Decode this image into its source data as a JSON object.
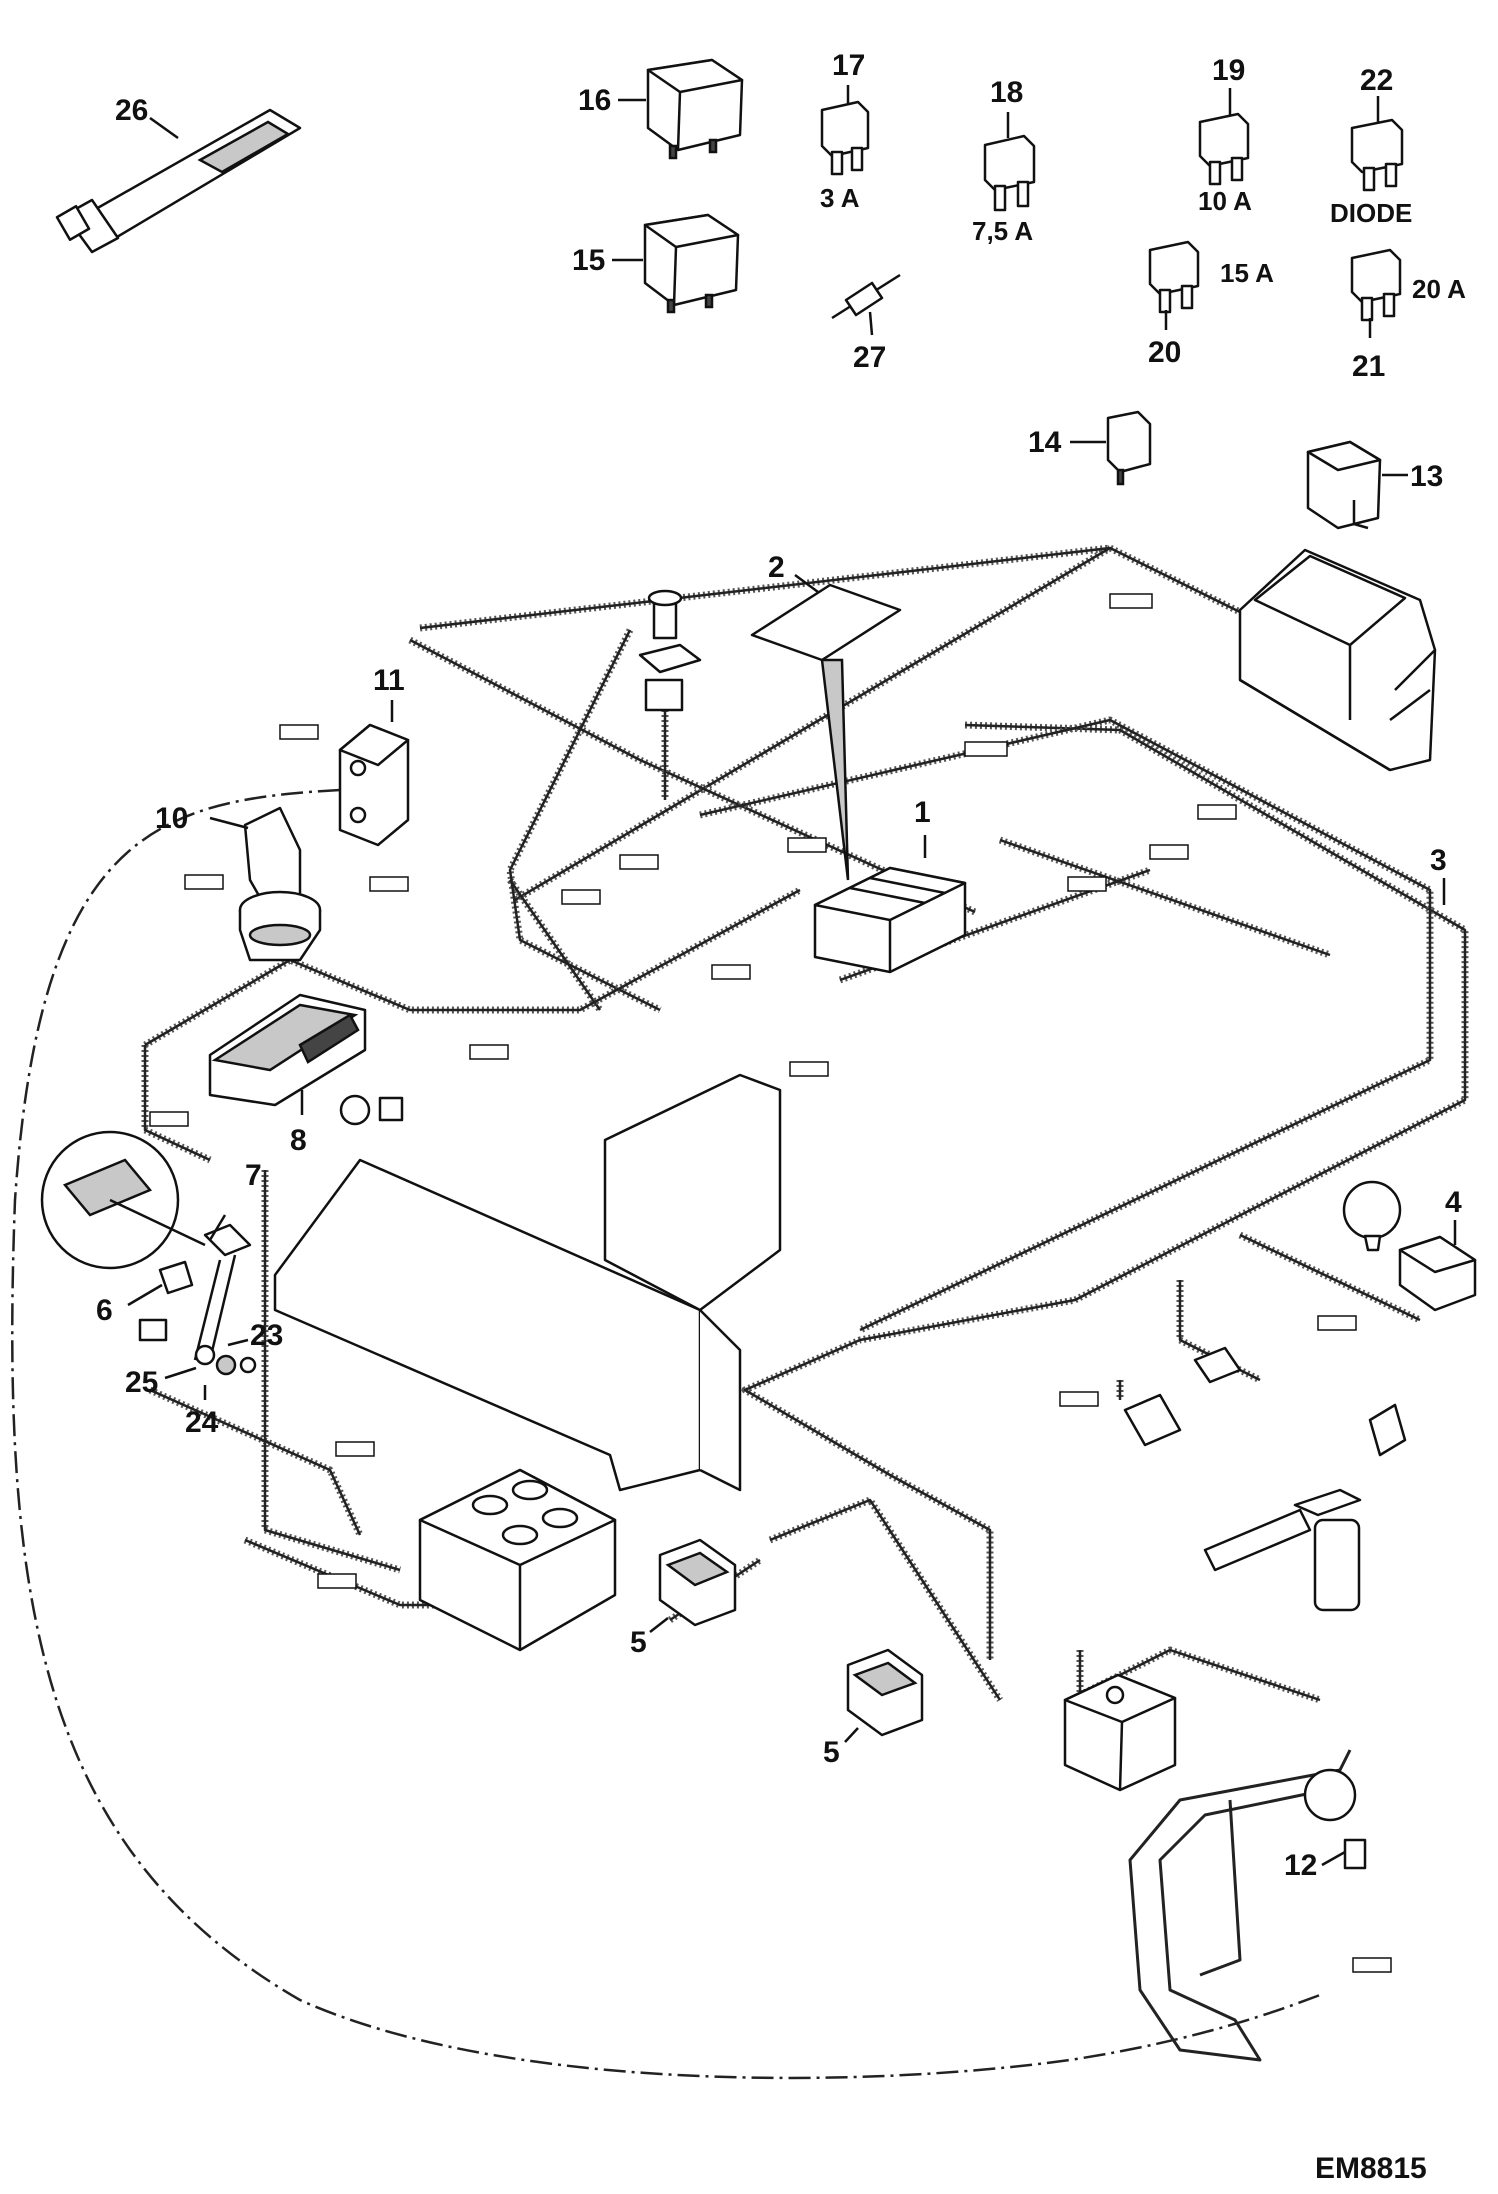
{
  "callouts": {
    "c1": "1",
    "c2": "2",
    "c3": "3",
    "c4": "4",
    "c5a": "5",
    "c5b": "5",
    "c6": "6",
    "c7": "7",
    "c8": "8",
    "c10": "10",
    "c11": "11",
    "c12": "12",
    "c13": "13",
    "c14": "14",
    "c15": "15",
    "c16": "16",
    "c17": "17",
    "c18": "18",
    "c19": "19",
    "c20": "20",
    "c21": "21",
    "c22": "22",
    "c23": "23",
    "c24": "24",
    "c25": "25",
    "c26": "26",
    "c27": "27"
  },
  "fuse_labels": {
    "f17": "3 A",
    "f18": "7,5 A",
    "f19": "10 A",
    "f20": "15 A",
    "f21": "20 A",
    "f22": "DIODE"
  },
  "drawing_code": "EM8815",
  "icons": {
    "relay": "relay-icon",
    "fuse": "blade-fuse-icon",
    "diode": "diode-icon",
    "tube": "grease-tube-icon",
    "fuse_box": "fuse-box-icon",
    "battery": "battery-icon",
    "lamp": "work-lamp-icon",
    "beacon": "beacon-icon",
    "joystick": "joystick-icon",
    "ecu": "controller-icon",
    "roll_bar": "roll-bar-icon"
  }
}
